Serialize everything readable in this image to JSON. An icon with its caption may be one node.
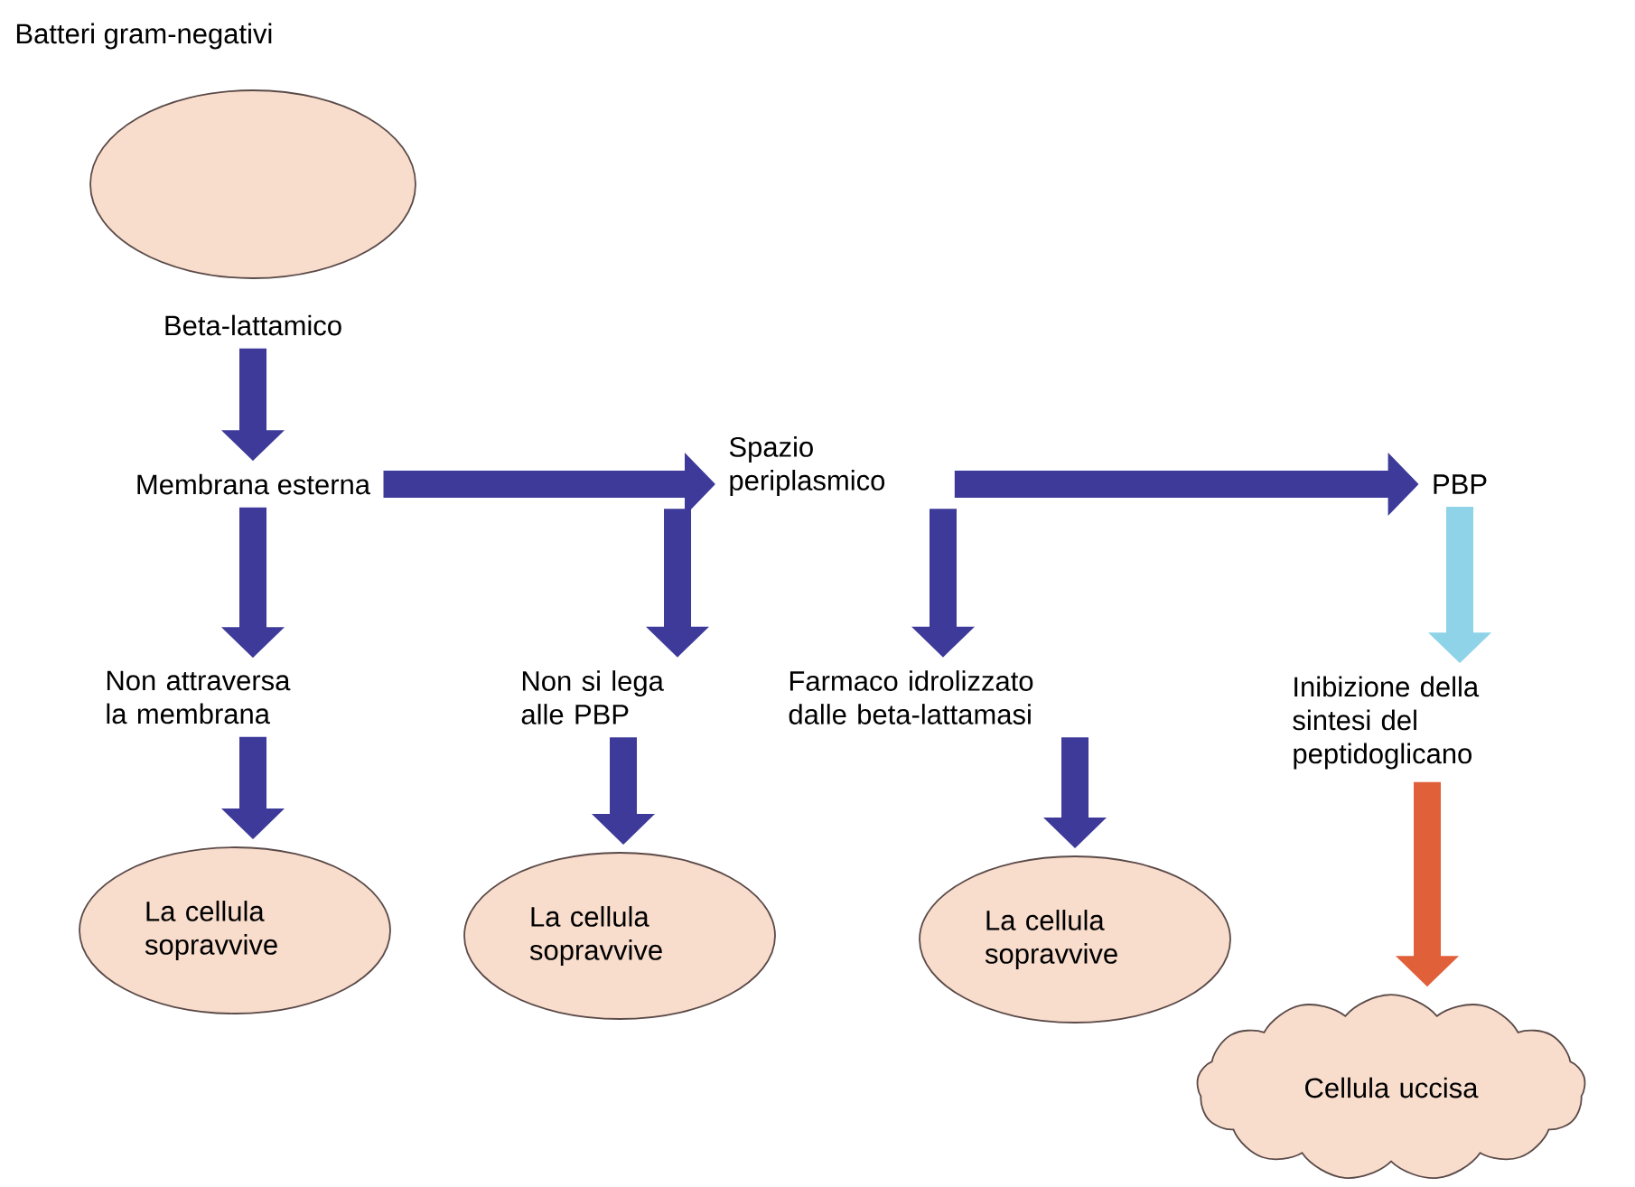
{
  "diagram": {
    "title": "Batteri gram-negativi",
    "nodes": [
      {
        "text": [],
        "shape": "ellipse"
      },
      {
        "text": [
          "Beta-lattamico"
        ]
      },
      {
        "text": [
          "Membrana esterna"
        ]
      },
      {
        "text": [
          "Spazio periplasmico"
        ]
      },
      {
        "text": [
          "PBP"
        ]
      },
      {
        "text": [
          "Non attraversa la membrana"
        ]
      },
      {
        "text": [
          "Non si lega alle PBP"
        ]
      },
      {
        "text": [
          "Farmaco idrolizzato dalle beta-lattamasi"
        ]
      },
      {
        "text": [
          "Inibizione della sintesi del peptidoglicano"
        ]
      },
      {
        "text": [
          "La cellula sopravvive"
        ]
      },
      {
        "text": [
          "La cellula sopravvive"
        ]
      },
      {
        "text": [
          "La cellula sopravvive"
        ]
      },
      {
        "text": [
          "Cellula uccisa"
        ]
      }
    ],
    "edges": [
      {
        "from": 1,
        "to": 2,
        "arrow": "to"
      },
      {
        "from": 2,
        "to": 3,
        "arrow": "to"
      },
      {
        "from": 3,
        "to": 4,
        "arrow": "to"
      },
      {
        "from": 2,
        "to": 5,
        "arrow": "to"
      },
      {
        "from": 3,
        "to": 6,
        "arrow": "to"
      },
      {
        "from": 3,
        "to": 7,
        "arrow": "to"
      },
      {
        "from": 4,
        "to": 8,
        "arrow": "to",
        "color": "#8ed3e8"
      },
      {
        "from": 5,
        "to": 9,
        "arrow": "to"
      },
      {
        "from": 6,
        "to": 10,
        "arrow": "to"
      },
      {
        "from": 7,
        "to": 11,
        "arrow": "to"
      },
      {
        "from": 8,
        "to": 12,
        "arrow": "to",
        "color": "#e0603a"
      }
    ]
  }
}
